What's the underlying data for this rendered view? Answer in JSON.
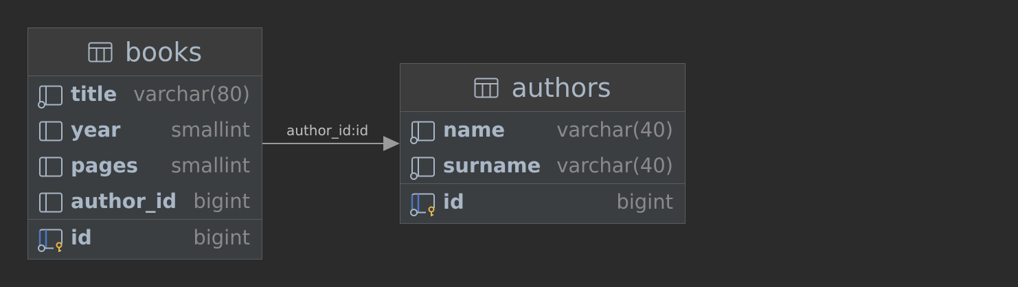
{
  "tables": {
    "books": {
      "name": "books",
      "columns": [
        {
          "name": "title",
          "type": "varchar(80)",
          "icon": "nullable-column-icon"
        },
        {
          "name": "year",
          "type": "smallint",
          "icon": "column-icon"
        },
        {
          "name": "pages",
          "type": "smallint",
          "icon": "column-icon"
        },
        {
          "name": "author_id",
          "type": "bigint",
          "icon": "column-icon"
        }
      ],
      "pk": {
        "name": "id",
        "type": "bigint",
        "icon": "primary-key-icon"
      }
    },
    "authors": {
      "name": "authors",
      "columns": [
        {
          "name": "name",
          "type": "varchar(40)",
          "icon": "nullable-column-icon"
        },
        {
          "name": "surname",
          "type": "varchar(40)",
          "icon": "nullable-column-icon"
        }
      ],
      "pk": {
        "name": "id",
        "type": "bigint",
        "icon": "primary-key-icon"
      }
    }
  },
  "relation": {
    "label": "author_id:id"
  },
  "colors": {
    "background": "#2b2b2b",
    "key": "#e8b84a",
    "pk_bracket": "#4a78c8"
  }
}
